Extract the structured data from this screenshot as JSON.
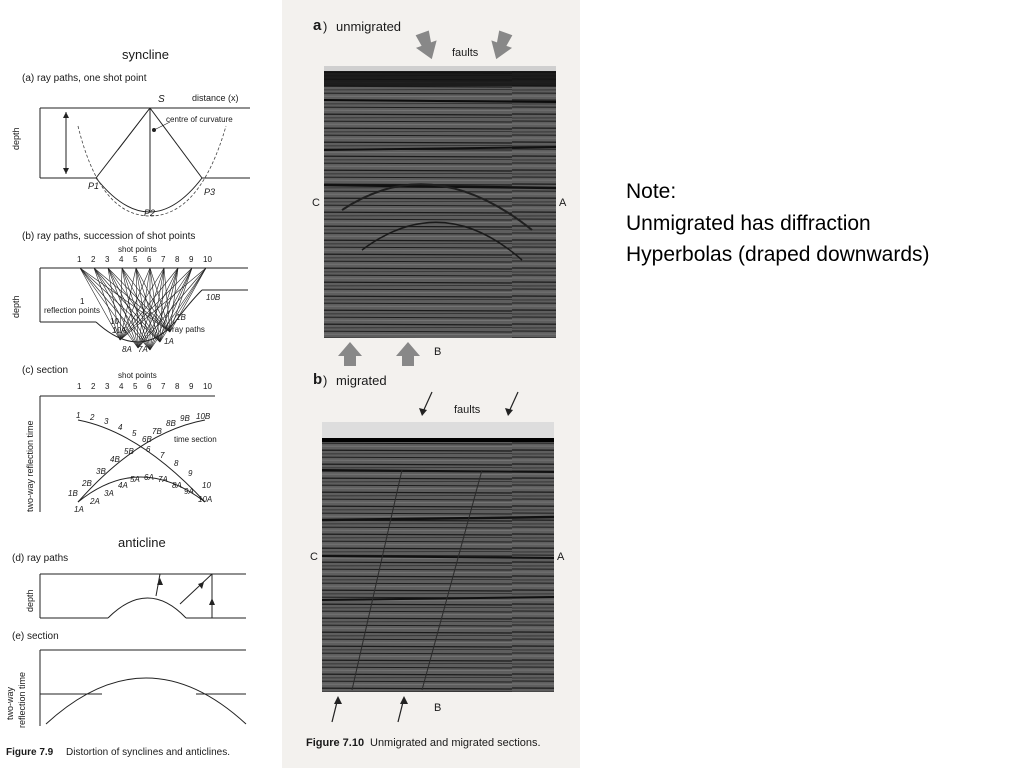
{
  "fig79": {
    "syncline_title": "syncline",
    "anticline_title": "anticline",
    "a": {
      "label": "(a)  ray paths, one shot point",
      "s": "S",
      "distance": "distance (x)",
      "centre": "centre of curvature",
      "depth": "depth",
      "p1": "P1",
      "p2": "P2",
      "p3": "P3"
    },
    "b": {
      "label": "(b)  ray paths, succession of shot points",
      "shot_points": "shot points",
      "numbers": [
        "1",
        "2",
        "3",
        "4",
        "5",
        "6",
        "7",
        "8",
        "9",
        "10"
      ],
      "depth": "depth",
      "reflection": "reflection points",
      "ray_paths": "ray paths",
      "tags": [
        "10B",
        "1B",
        "10",
        "10A",
        "1",
        "8A",
        "7A",
        "1A"
      ]
    },
    "c": {
      "label": "(c)  section",
      "shot_points": "shot points",
      "numbers": [
        "1",
        "2",
        "3",
        "4",
        "5",
        "6",
        "7",
        "8",
        "9",
        "10"
      ],
      "axis": "two-way reflection time",
      "time_section": "time section",
      "upper": [
        "1",
        "2",
        "3",
        "4",
        "5",
        "6B",
        "7B",
        "8B",
        "9B",
        "10B"
      ],
      "lower": [
        "1B",
        "2B",
        "3B",
        "4B",
        "5B",
        "6",
        "7",
        "8",
        "9",
        "10"
      ],
      "bottom": [
        "1A",
        "2A",
        "3A",
        "4A",
        "5A",
        "6A",
        "7A",
        "8A",
        "9A",
        "10A"
      ]
    },
    "d": {
      "label": "(d)  ray paths",
      "depth": "depth"
    },
    "e": {
      "label": "(e)  section",
      "axis1": "two-way",
      "axis2": "reflection time"
    },
    "caption_num": "Figure 7.9",
    "caption_text": "Distortion of synclines and anticlines."
  },
  "fig710": {
    "a_letter": "a",
    "a_title": "unmigrated",
    "b_letter": "b",
    "b_title": "migrated",
    "faults": "faults",
    "c": "C",
    "a": "A",
    "b": "B",
    "caption_num": "Figure 7.10",
    "caption_text": "Unmigrated and migrated sections."
  },
  "note": {
    "line1": "Note:",
    "line2": "Unmigrated has diffraction",
    "line3": "Hyperbolas (draped downwards)"
  }
}
